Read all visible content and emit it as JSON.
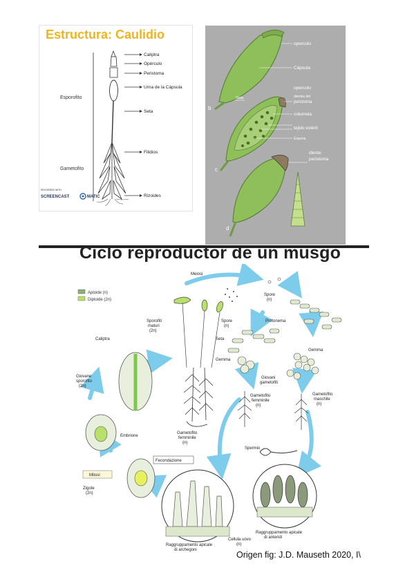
{
  "panel1": {
    "title": "Estructura: Caulidio",
    "labels": {
      "caliptra": "Caliptra",
      "operculo": "Opérculo",
      "peristoma": "Peristoma",
      "urna": "Urna de la Cápsula",
      "seta": "Seta",
      "filidios": "Filidios",
      "rizoides": "Rizoides",
      "esporofito": "Esporofito",
      "gametofito": "Gametofito"
    },
    "watermark": {
      "small": "RECORDED WITH",
      "big": "SCREENCAST",
      "brand": "MATIC"
    }
  },
  "panel2": {
    "letters": {
      "b": "b",
      "c": "c",
      "d": "d"
    },
    "labels": {
      "opercolo1": "opercolo",
      "capsula": "Cápsula",
      "opercolo2": "opercolo",
      "denti1": "dientes del",
      "denti2": "peristoma",
      "seta": "Seta",
      "columela": "columela",
      "tejido": "tejido estéril",
      "espora": "Espora",
      "diente1": "diente",
      "diente2": "peristoma"
    }
  },
  "panel3": {
    "title": "Ciclo reproductor de un musgo",
    "legend": {
      "haploid": "Aploide (n)",
      "diploid": "Diploide (2n)"
    },
    "labels": {
      "meiosi": "Meiosi",
      "spore_n": "Spore",
      "spore_n2": "(n)",
      "sporofiti": "Sporofiti",
      "maturi": "maturi",
      "maturi_n": "(2n)",
      "spore_left": "Spore",
      "spore_left_n": "(n)",
      "seta": "Seta",
      "caliptra": "Caliptra",
      "protonema": "Protonema",
      "gemma1": "Gemma",
      "gemma2": "Gemma",
      "giovane1": "Giovane",
      "giovane2": "sporofito",
      "giovane3": "(2n)",
      "giovani1": "Giovani",
      "giovani2": "gametofiti",
      "gf_femm1": "Gametofito",
      "gf_femm2": "femminile",
      "gf_femm3": "(n)",
      "gf_masc1": "Gametofito",
      "gf_masc2": "maschile",
      "gf_masc3": "(n)",
      "embrione": "Embrione",
      "gf_f_bot1": "Gametofito",
      "gf_f_bot2": "femminile",
      "gf_f_bot3": "(n)",
      "fecondazione": "Fecondazione",
      "spermio": "Spermio",
      "mitosi": "Mitosi",
      "zigote1": "Zigote",
      "zigote2": "(2n)",
      "cellula1": "Cellula uovo",
      "cellula2": "(n)",
      "arch1": "Raggruppamento apicale",
      "arch2": "di archegoni",
      "anter1": "Raggruppamento apicale",
      "anter2": "di anteridi"
    },
    "colors": {
      "haploid": "#8fae7a",
      "diploid": "#b8e06a",
      "arrow": "#5fc0e8"
    },
    "origin": "Origen fig: J.D. Mauseth 2020, I\\"
  }
}
